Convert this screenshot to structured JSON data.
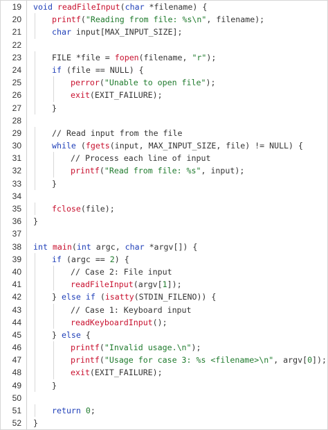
{
  "colors": {
    "keyword": "#1f3fb8",
    "function": "#c8102e",
    "string": "#1e7a2c",
    "plain": "#333333",
    "gutter_border": "#cfcfcf"
  },
  "lines": [
    {
      "n": "19",
      "indent": 0,
      "tokens": [
        [
          "kw",
          "void"
        ],
        [
          "p",
          " "
        ],
        [
          "fn",
          "readFileInput"
        ],
        [
          "p",
          "("
        ],
        [
          "kw",
          "char"
        ],
        [
          "p",
          " *filename) {"
        ]
      ]
    },
    {
      "n": "20",
      "indent": 1,
      "tokens": [
        [
          "fn",
          "printf"
        ],
        [
          "p",
          "("
        ],
        [
          "str",
          "\"Reading from file: %s\\n\""
        ],
        [
          "p",
          ", filename);"
        ]
      ]
    },
    {
      "n": "21",
      "indent": 1,
      "tokens": [
        [
          "kw",
          "char"
        ],
        [
          "p",
          " input[MAX_INPUT_SIZE];"
        ]
      ]
    },
    {
      "n": "22",
      "indent": 0,
      "tokens": []
    },
    {
      "n": "23",
      "indent": 1,
      "tokens": [
        [
          "p",
          "FILE *file = "
        ],
        [
          "fn",
          "fopen"
        ],
        [
          "p",
          "(filename, "
        ],
        [
          "str",
          "\"r\""
        ],
        [
          "p",
          ");"
        ]
      ]
    },
    {
      "n": "24",
      "indent": 1,
      "tokens": [
        [
          "kw",
          "if"
        ],
        [
          "p",
          " (file == NULL) {"
        ]
      ]
    },
    {
      "n": "25",
      "indent": 2,
      "tokens": [
        [
          "fn",
          "perror"
        ],
        [
          "p",
          "("
        ],
        [
          "str",
          "\"Unable to open file\""
        ],
        [
          "p",
          ");"
        ]
      ]
    },
    {
      "n": "26",
      "indent": 2,
      "tokens": [
        [
          "fn",
          "exit"
        ],
        [
          "p",
          "(EXIT_FAILURE);"
        ]
      ]
    },
    {
      "n": "27",
      "indent": 1,
      "tokens": [
        [
          "p",
          "}"
        ]
      ]
    },
    {
      "n": "28",
      "indent": 0,
      "tokens": []
    },
    {
      "n": "29",
      "indent": 1,
      "tokens": [
        [
          "cmt",
          "// Read input from the file"
        ]
      ]
    },
    {
      "n": "30",
      "indent": 1,
      "tokens": [
        [
          "kw",
          "while"
        ],
        [
          "p",
          " ("
        ],
        [
          "fn",
          "fgets"
        ],
        [
          "p",
          "(input, MAX_INPUT_SIZE, file) != NULL) {"
        ]
      ]
    },
    {
      "n": "31",
      "indent": 2,
      "tokens": [
        [
          "cmt",
          "// Process each line of input"
        ]
      ]
    },
    {
      "n": "32",
      "indent": 2,
      "tokens": [
        [
          "fn",
          "printf"
        ],
        [
          "p",
          "("
        ],
        [
          "str",
          "\"Read from file: %s\""
        ],
        [
          "p",
          ", input);"
        ]
      ]
    },
    {
      "n": "33",
      "indent": 1,
      "tokens": [
        [
          "p",
          "}"
        ]
      ]
    },
    {
      "n": "34",
      "indent": 0,
      "tokens": []
    },
    {
      "n": "35",
      "indent": 1,
      "tokens": [
        [
          "fn",
          "fclose"
        ],
        [
          "p",
          "(file);"
        ]
      ]
    },
    {
      "n": "36",
      "indent": 0,
      "tokens": [
        [
          "p",
          "}"
        ]
      ]
    },
    {
      "n": "37",
      "indent": 0,
      "tokens": []
    },
    {
      "n": "38",
      "indent": 0,
      "tokens": [
        [
          "kw",
          "int"
        ],
        [
          "p",
          " "
        ],
        [
          "fn",
          "main"
        ],
        [
          "p",
          "("
        ],
        [
          "kw",
          "int"
        ],
        [
          "p",
          " argc, "
        ],
        [
          "kw",
          "char"
        ],
        [
          "p",
          " *argv[]) {"
        ]
      ]
    },
    {
      "n": "39",
      "indent": 1,
      "tokens": [
        [
          "kw",
          "if"
        ],
        [
          "p",
          " (argc == "
        ],
        [
          "num",
          "2"
        ],
        [
          "p",
          ") {"
        ]
      ]
    },
    {
      "n": "40",
      "indent": 2,
      "tokens": [
        [
          "cmt",
          "// Case 2: File input"
        ]
      ]
    },
    {
      "n": "41",
      "indent": 2,
      "tokens": [
        [
          "fn",
          "readFileInput"
        ],
        [
          "p",
          "(argv["
        ],
        [
          "num",
          "1"
        ],
        [
          "p",
          "]);"
        ]
      ]
    },
    {
      "n": "42",
      "indent": 1,
      "tokens": [
        [
          "p",
          "} "
        ],
        [
          "kw",
          "else if"
        ],
        [
          "p",
          " ("
        ],
        [
          "fn",
          "isatty"
        ],
        [
          "p",
          "(STDIN_FILENO)) {"
        ]
      ]
    },
    {
      "n": "43",
      "indent": 2,
      "tokens": [
        [
          "cmt",
          "// Case 1: Keyboard input"
        ]
      ]
    },
    {
      "n": "44",
      "indent": 2,
      "tokens": [
        [
          "fn",
          "readKeyboardInput"
        ],
        [
          "p",
          "();"
        ]
      ]
    },
    {
      "n": "45",
      "indent": 1,
      "tokens": [
        [
          "p",
          "} "
        ],
        [
          "kw",
          "else"
        ],
        [
          "p",
          " {"
        ]
      ]
    },
    {
      "n": "46",
      "indent": 2,
      "tokens": [
        [
          "fn",
          "printf"
        ],
        [
          "p",
          "("
        ],
        [
          "str",
          "\"Invalid usage.\\n\""
        ],
        [
          "p",
          ");"
        ]
      ]
    },
    {
      "n": "47",
      "indent": 2,
      "tokens": [
        [
          "fn",
          "printf"
        ],
        [
          "p",
          "("
        ],
        [
          "str",
          "\"Usage for case 3: %s <filename>\\n\""
        ],
        [
          "p",
          ", argv["
        ],
        [
          "num",
          "0"
        ],
        [
          "p",
          "]);"
        ]
      ]
    },
    {
      "n": "48",
      "indent": 2,
      "tokens": [
        [
          "fn",
          "exit"
        ],
        [
          "p",
          "(EXIT_FAILURE);"
        ]
      ]
    },
    {
      "n": "49",
      "indent": 1,
      "tokens": [
        [
          "p",
          "}"
        ]
      ]
    },
    {
      "n": "50",
      "indent": 0,
      "tokens": []
    },
    {
      "n": "51",
      "indent": 1,
      "tokens": [
        [
          "kw",
          "return"
        ],
        [
          "p",
          " "
        ],
        [
          "num",
          "0"
        ],
        [
          "p",
          ";"
        ]
      ]
    },
    {
      "n": "52",
      "indent": 0,
      "tokens": [
        [
          "p",
          "}"
        ]
      ]
    }
  ]
}
